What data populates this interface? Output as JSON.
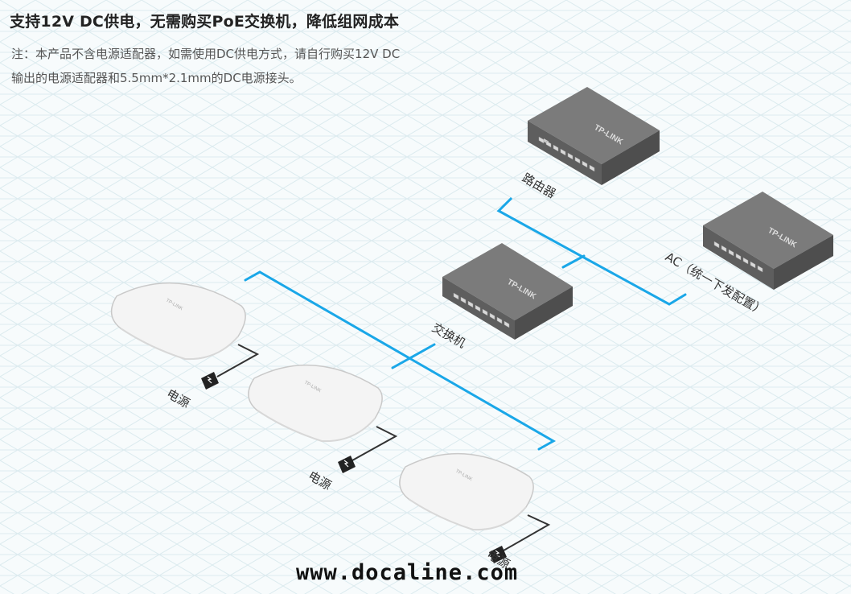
{
  "heading": {
    "title": "支持12V DC供电，无需购买PoE交换机，降低组网成本",
    "note_line1": "注：本产品不含电源适配器，如需使用DC供电方式，请自行购买12V DC",
    "note_line2": "输出的电源适配器和5.5mm*2.1mm的DC电源接头。"
  },
  "devices": {
    "router": {
      "label": "路由器",
      "brand": "TP-LINK"
    },
    "ac": {
      "label": "AC（统一下发配置）",
      "brand": "TP-LINK"
    },
    "switch": {
      "label": "交换机",
      "brand": "TP-LINK"
    },
    "aps": [
      {
        "brand": "TP-LINK",
        "power_label": "电源"
      },
      {
        "brand": "TP-LINK",
        "power_label": "电源"
      },
      {
        "brand": "TP-LINK",
        "power_label": "电源"
      }
    ]
  },
  "colors": {
    "cable": "#1aa7e8",
    "device": "#6d6d6d",
    "grid": "#dcebef"
  },
  "watermark": "www.docaline.com"
}
